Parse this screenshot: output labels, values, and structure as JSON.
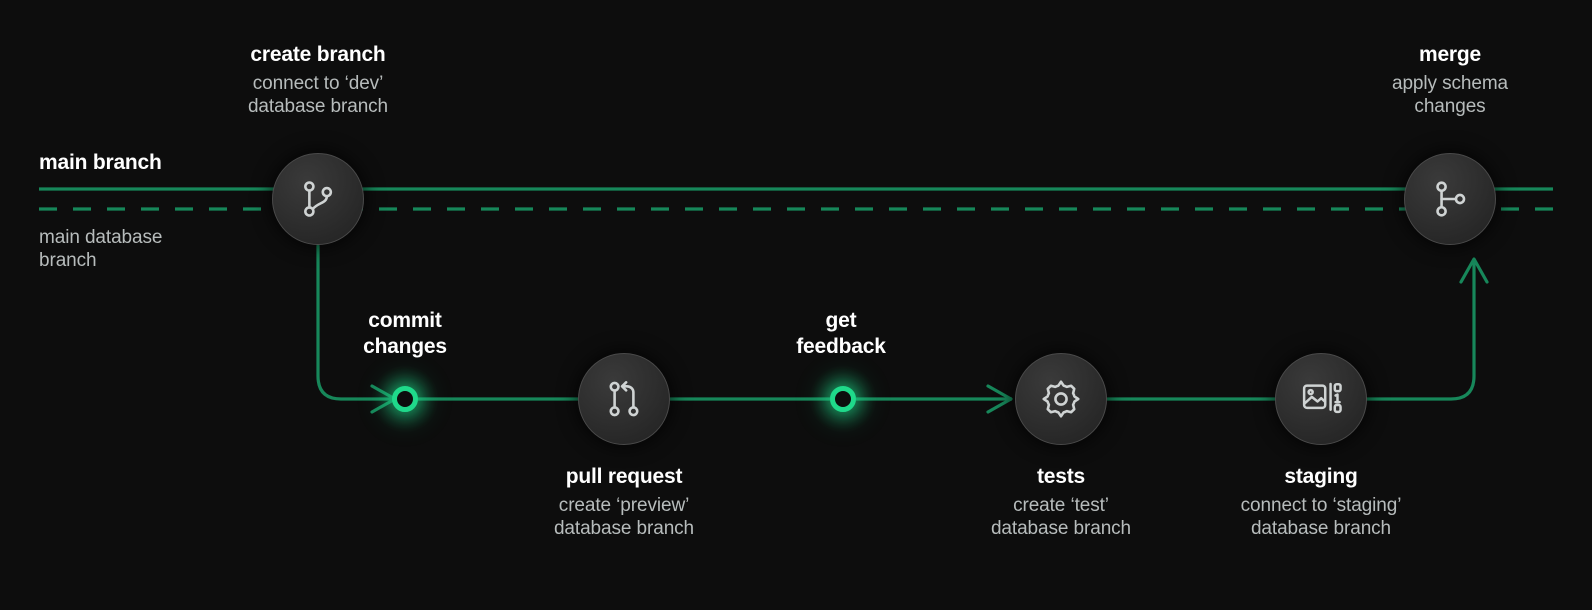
{
  "theme": {
    "background": "#0d0d0d",
    "line_solid": "#17875a",
    "line_dashed": "#17875a",
    "accent_dot": "#1fd98a",
    "title_color": "#ffffff",
    "subtitle_color": "#b7bcbc",
    "node_fill": "#2f2f2f",
    "node_stroke": "#4a4a4a"
  },
  "tracks": {
    "main_branch_label": "main branch",
    "main_database_branch_label": "main database\nbranch",
    "main_database_branch_line1": "main database",
    "main_database_branch_line2": "branch"
  },
  "nodes": [
    {
      "id": "create-branch",
      "title": "create branch",
      "subtitle_line1": "connect to ‘dev’",
      "subtitle_line2": "database branch",
      "icon": "git-branch-icon",
      "kind": "circle"
    },
    {
      "id": "merge",
      "title": "merge",
      "subtitle_line1": "apply schema",
      "subtitle_line2": "changes",
      "icon": "git-merge-icon",
      "kind": "circle"
    },
    {
      "id": "commit-changes",
      "title": "commit",
      "title_line2": "changes",
      "subtitle_line1": "",
      "subtitle_line2": "",
      "icon": "commit-dot-icon",
      "kind": "ring"
    },
    {
      "id": "pull-request",
      "title": "pull request",
      "subtitle_line1": "create ‘preview’",
      "subtitle_line2": "database branch",
      "icon": "git-pull-request-icon",
      "kind": "circle"
    },
    {
      "id": "get-feedback",
      "title": "get",
      "title_line2": "feedback",
      "subtitle_line1": "",
      "subtitle_line2": "",
      "icon": "feedback-dot-icon",
      "kind": "ring"
    },
    {
      "id": "tests",
      "title": "tests",
      "subtitle_line1": "create ‘test’",
      "subtitle_line2": "database branch",
      "icon": "gear-icon",
      "kind": "circle"
    },
    {
      "id": "staging",
      "title": "staging",
      "subtitle_line1": "connect to ‘staging’",
      "subtitle_line2": "database branch",
      "icon": "image-binary-icon",
      "kind": "circle"
    }
  ],
  "labels": {
    "create_branch_title": "create branch",
    "create_branch_sub1": "connect to ‘dev’",
    "create_branch_sub2": "database branch",
    "merge_title": "merge",
    "merge_sub1": "apply schema",
    "merge_sub2": "changes",
    "commit_title1": "commit",
    "commit_title2": "changes",
    "pull_request_title": "pull request",
    "pull_request_sub1": "create ‘preview’",
    "pull_request_sub2": "database branch",
    "get_feedback_title1": "get",
    "get_feedback_title2": "feedback",
    "tests_title": "tests",
    "tests_sub1": "create ‘test’",
    "tests_sub2": "database branch",
    "staging_title": "staging",
    "staging_sub1": "connect to ‘staging’",
    "staging_sub2": "database branch",
    "main_branch": "main branch",
    "main_db_branch1": "main database",
    "main_db_branch2": "branch"
  },
  "staging_icon_digits": [
    "0",
    "1",
    "0"
  ]
}
